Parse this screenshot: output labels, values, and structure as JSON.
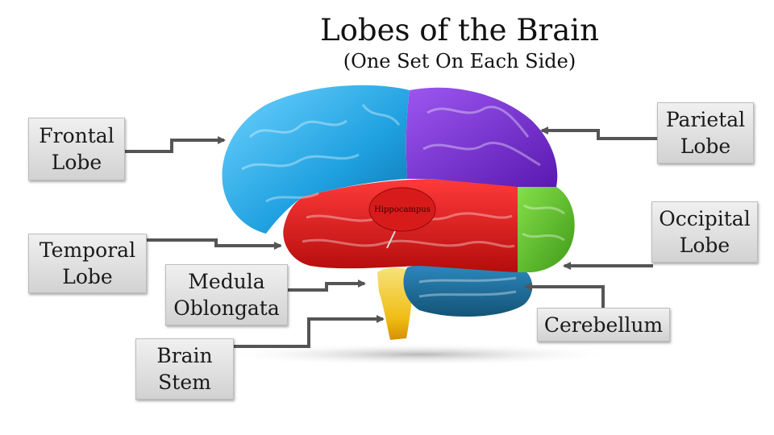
{
  "title": "Lobes of the Brain",
  "subtitle": "(One Set On Each Side)",
  "labels": {
    "frontal": [
      "Frontal",
      "Lobe"
    ],
    "temporal": [
      "Temporal",
      "Lobe"
    ],
    "medula": [
      "Medula",
      "Oblongata"
    ],
    "brain_stem": [
      "Brain",
      "Stem"
    ],
    "parietal": [
      "Parietal",
      "Lobe"
    ],
    "occipital": [
      "Occipital",
      "Lobe"
    ],
    "cerebellum": [
      "Cerebellum"
    ]
  },
  "hippocampus_label": "Hippocampus",
  "colors": {
    "frontal": "#23a9e6",
    "parietal": "#7a2fd6",
    "temporal": "#e01515",
    "occipital": "#5ec22a",
    "cerebellum": "#1e6f9c",
    "brain_stem": "#f2c419",
    "hippocampus": "#d71b1b",
    "label_bg": "#e2e2e2",
    "arrow": "#555555"
  }
}
